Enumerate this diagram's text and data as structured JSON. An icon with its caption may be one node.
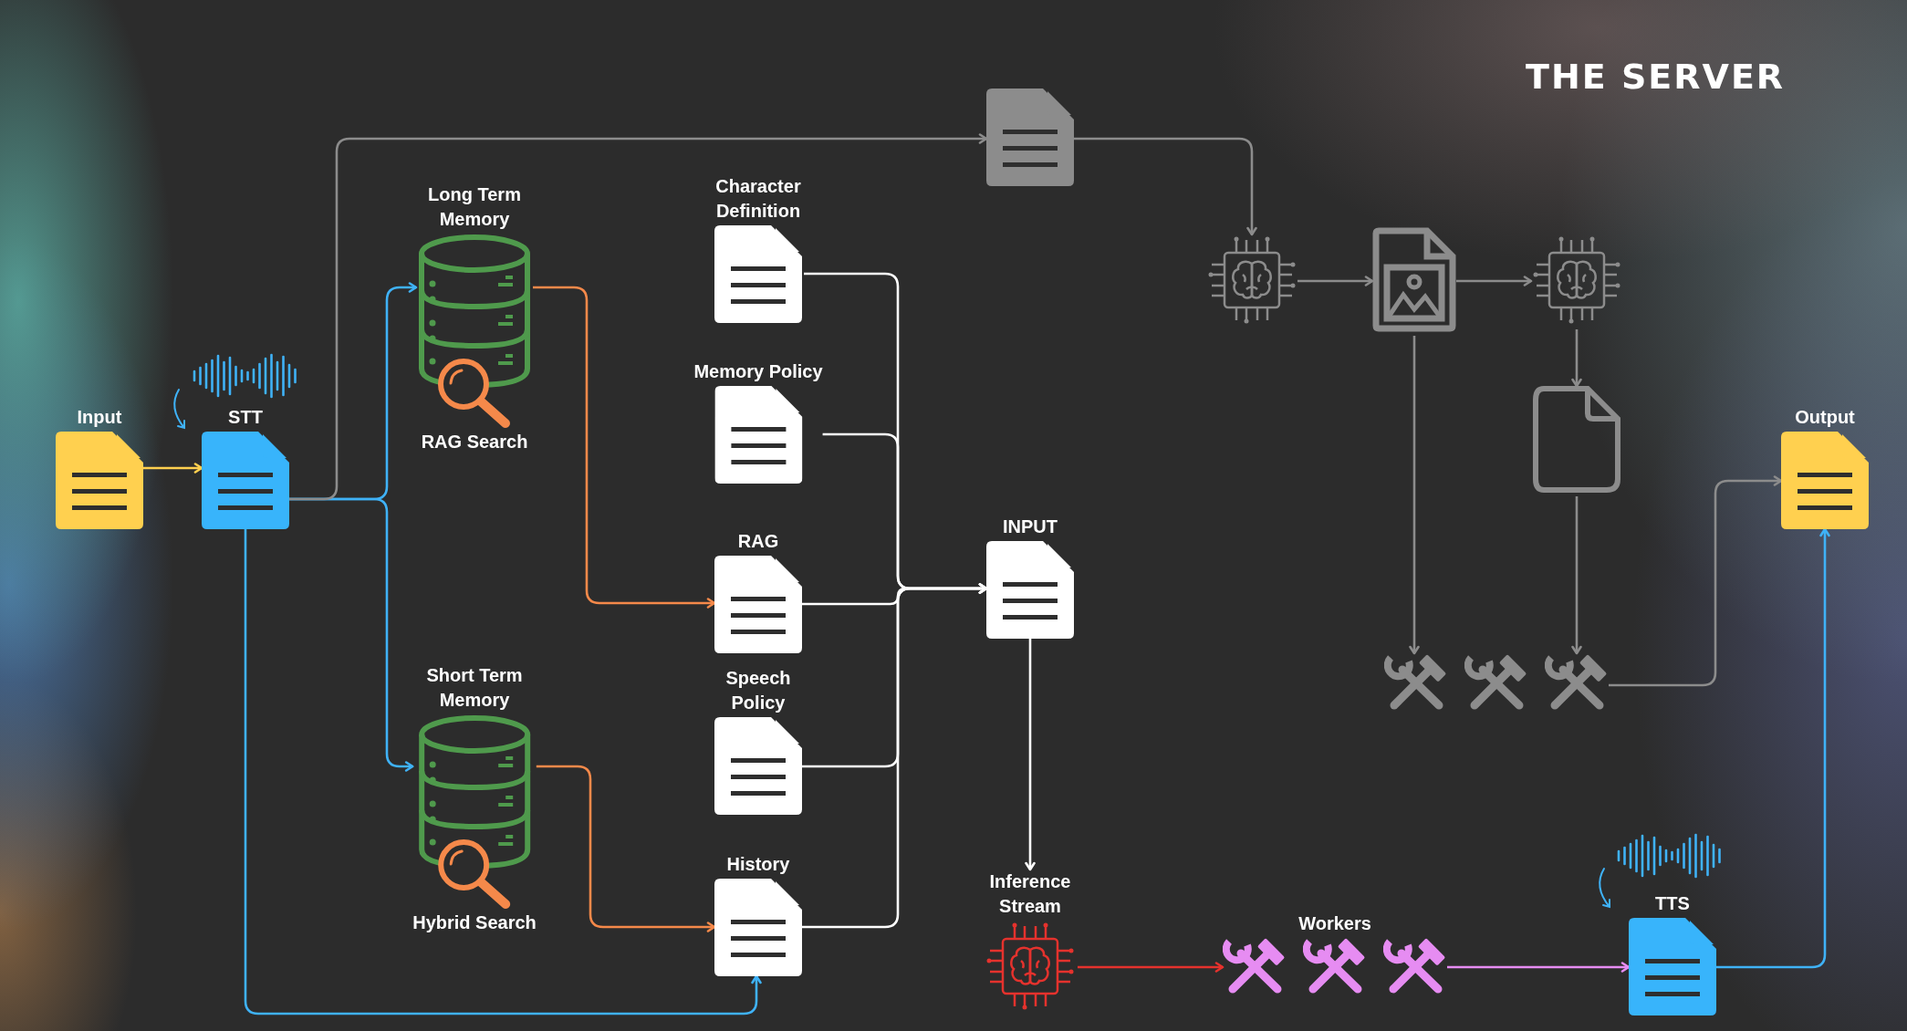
{
  "diagram": {
    "title": "THE SERVER",
    "nodes": [
      {
        "text": [
          "Input"
        ]
      },
      {
        "text": [
          "STT"
        ]
      },
      {
        "text": [
          "Long Term Memory",
          "RAG Search"
        ]
      },
      {
        "text": [
          "Short Term Memory",
          "Hybrid Search"
        ]
      },
      {
        "text": [
          "Character Definition"
        ]
      },
      {
        "text": [
          "Memory Policy"
        ]
      },
      {
        "text": [
          "RAG"
        ]
      },
      {
        "text": [
          "Speech Policy"
        ]
      },
      {
        "text": [
          "History"
        ]
      },
      {
        "text": [],
        "shape": "document"
      },
      {
        "text": [
          "INPUT"
        ]
      },
      {
        "text": [
          "Inference Stream"
        ]
      },
      {
        "text": [],
        "shape": "chip"
      },
      {
        "text": [],
        "shape": "picture"
      },
      {
        "text": [],
        "shape": "chip"
      },
      {
        "text": [],
        "shape": "document"
      },
      {
        "text": [],
        "shape": "tools"
      },
      {
        "text": [],
        "shape": "tools"
      },
      {
        "text": [],
        "shape": "tools"
      },
      {
        "text": [],
        "shape": "tools"
      },
      {
        "text": [],
        "shape": "tools"
      },
      {
        "text": [],
        "shape": "tools"
      },
      {
        "text": [
          "TTS"
        ]
      },
      {
        "text": [
          "Output"
        ]
      }
    ],
    "edges": [
      {
        "from": 0,
        "to": 1,
        "arrow": "to",
        "color": "#ffd04f"
      },
      {
        "from": 1,
        "to": 2,
        "arrow": "to",
        "color": "#3fb2f7"
      },
      {
        "from": 1,
        "to": 3,
        "arrow": "to",
        "color": "#3fb2f7"
      },
      {
        "from": 1,
        "to": 8,
        "arrow": "to",
        "color": "#3fb2f7"
      },
      {
        "from": 1,
        "to": 9,
        "arrow": "to",
        "color": "#8c8c8c"
      },
      {
        "from": 2,
        "to": 6,
        "arrow": "to",
        "color": "#f5894a"
      },
      {
        "from": 3,
        "to": 8,
        "arrow": "to",
        "color": "#f5894a"
      },
      {
        "from": 4,
        "to": 10,
        "arrow": "to",
        "color": "#ffffff"
      },
      {
        "from": 5,
        "to": 10,
        "arrow": "to",
        "color": "#ffffff"
      },
      {
        "from": 6,
        "to": 10,
        "arrow": "to",
        "color": "#ffffff"
      },
      {
        "from": 7,
        "to": 10,
        "arrow": "to",
        "color": "#ffffff"
      },
      {
        "from": 8,
        "to": 10,
        "arrow": "to",
        "color": "#ffffff"
      },
      {
        "from": 10,
        "to": 11,
        "arrow": "to",
        "color": "#ffffff"
      },
      {
        "from": 11,
        "to": 19,
        "arrow": "to",
        "color": "#e5322d"
      },
      {
        "from": 21,
        "to": 22,
        "arrow": "to",
        "color": "#e68cf2"
      },
      {
        "from": 22,
        "to": 23,
        "arrow": "to",
        "color": "#3fb2f7"
      },
      {
        "from": 9,
        "to": 12,
        "arrow": "to",
        "color": "#8c8c8c"
      },
      {
        "from": 12,
        "to": 13,
        "arrow": "to",
        "color": "#8c8c8c"
      },
      {
        "from": 13,
        "to": 14,
        "arrow": "to",
        "color": "#8c8c8c"
      },
      {
        "from": 14,
        "to": 15,
        "arrow": "to",
        "color": "#8c8c8c"
      },
      {
        "from": 13,
        "to": 16,
        "arrow": "to",
        "color": "#8c8c8c"
      },
      {
        "from": 15,
        "to": 18,
        "arrow": "to",
        "color": "#8c8c8c"
      },
      {
        "from": 18,
        "to": 23,
        "arrow": "to",
        "color": "#8c8c8c"
      }
    ],
    "labels": [
      "Workers"
    ]
  }
}
